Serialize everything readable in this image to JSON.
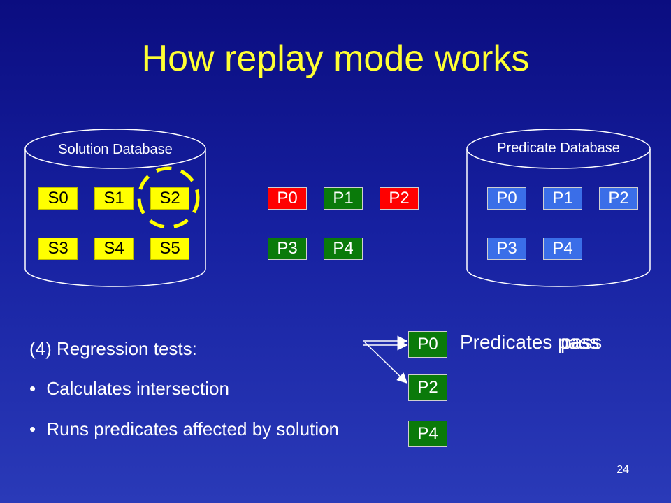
{
  "title": "How replay mode works",
  "solution_db": {
    "label": "Solution Database",
    "items": [
      "S0",
      "S1",
      "S2",
      "S3",
      "S4",
      "S5"
    ],
    "highlighted": "S2"
  },
  "middle_predicates": [
    {
      "label": "P0",
      "color": "red"
    },
    {
      "label": "P1",
      "color": "green"
    },
    {
      "label": "P2",
      "color": "red"
    },
    {
      "label": "P3",
      "color": "green"
    },
    {
      "label": "P4",
      "color": "green"
    }
  ],
  "predicate_db": {
    "label": "Predicate Database",
    "items": [
      "P0",
      "P1",
      "P2",
      "P3",
      "P4"
    ]
  },
  "regression": {
    "heading": "(4) Regression tests:",
    "bullets": [
      "Calculates intersection",
      "Runs predicates affected by solution"
    ],
    "bullet_char": "•"
  },
  "results": {
    "boxes": [
      "P0",
      "P2",
      "P4"
    ],
    "text_1": "Predicates pass",
    "text_2": "pass"
  },
  "page_number": "24",
  "colors": {
    "title": "#ffff33",
    "solution": "#ffff00",
    "red": "#ff0000",
    "green": "#0a7a0a",
    "blue": "#3a6ee8"
  }
}
